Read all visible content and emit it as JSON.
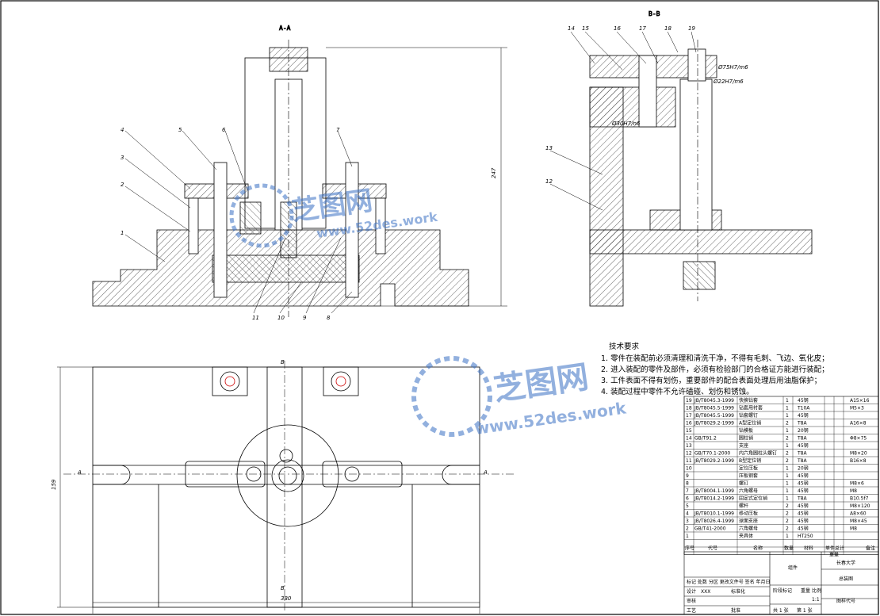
{
  "views": {
    "section_a": "A-A",
    "section_b": "B-B",
    "plan_cut_top": "B",
    "plan_cut_bottom": "B",
    "plan_cut_left": "A",
    "plan_cut_right": "A"
  },
  "dimensions": {
    "height_aa": "247",
    "width_plan": "380",
    "height_plan": "159",
    "fit_1": "Ø75H7/m6",
    "fit_2": "Ø22H7/m6",
    "fit_3": "Ø30H7/n6"
  },
  "balloons_aa": [
    "1",
    "2",
    "3",
    "4",
    "5",
    "6",
    "7",
    "8",
    "9",
    "10",
    "11"
  ],
  "balloons_bb": [
    "14",
    "15",
    "16",
    "17",
    "18",
    "19",
    "13",
    "12"
  ],
  "requirements": {
    "title": "技术要求",
    "lines": [
      "1. 零件在装配前必须清理和清洗干净，不得有毛刺、飞边、氧化皮；",
      "2. 进入装配的零件及部件，必须有检验部门的合格证方能进行装配；",
      "3. 工件表面不得有划伤，重要部件的配合表面处理后用油脂保护；",
      "4. 装配过程中零件不允许磕碰、划伤和锈蚀。"
    ]
  },
  "bom": {
    "rows": [
      {
        "no": "19",
        "code": "JB/T8045.3-1999",
        "name": "快换钻套",
        "qty": "1",
        "mat": "45钢",
        "note": "A15×16"
      },
      {
        "no": "18",
        "code": "JB/T8045.5-1999",
        "name": "钻套用衬套",
        "qty": "1",
        "mat": "T10A",
        "note": "M5×3"
      },
      {
        "no": "17",
        "code": "JB/T8045.5-1999",
        "name": "钻套螺钉",
        "qty": "1",
        "mat": "45钢",
        "note": ""
      },
      {
        "no": "16",
        "code": "JB/T8029.2-1999",
        "name": "A型定位销",
        "qty": "2",
        "mat": "T8A",
        "note": "A16×8"
      },
      {
        "no": "15",
        "code": "",
        "name": "钻模板",
        "qty": "1",
        "mat": "20钢",
        "note": ""
      },
      {
        "no": "14",
        "code": "GB/T91.2",
        "name": "圆柱销",
        "qty": "2",
        "mat": "T8A",
        "note": "Φ8×75"
      },
      {
        "no": "13",
        "code": "",
        "name": "支座",
        "qty": "1",
        "mat": "45钢",
        "note": ""
      },
      {
        "no": "12",
        "code": "GB/T70.1-2000",
        "name": "内六角圆柱头螺钉",
        "qty": "2",
        "mat": "T8A",
        "note": "M8×20"
      },
      {
        "no": "11",
        "code": "JB/T8029.2-1999",
        "name": "B型定位销",
        "qty": "2",
        "mat": "T8A",
        "note": "B16×8"
      },
      {
        "no": "10",
        "code": "",
        "name": "定位压板",
        "qty": "1",
        "mat": "20钢",
        "note": ""
      },
      {
        "no": "9",
        "code": "",
        "name": "压板钢套",
        "qty": "1",
        "mat": "45钢",
        "note": ""
      },
      {
        "no": "8",
        "code": "",
        "name": "螺钉",
        "qty": "1",
        "mat": "45钢",
        "note": "M8×6"
      },
      {
        "no": "7",
        "code": "JB/T8004.1-1999",
        "name": "六角螺母",
        "qty": "1",
        "mat": "45钢",
        "note": "M8"
      },
      {
        "no": "6",
        "code": "JB/T8014.2-1999",
        "name": "固定式定位销",
        "qty": "1",
        "mat": "T8A",
        "note": "B10.5f7"
      },
      {
        "no": "5",
        "code": "",
        "name": "螺杆",
        "qty": "2",
        "mat": "45钢",
        "note": "M8×120"
      },
      {
        "no": "4",
        "code": "JB/T8010.1-1999",
        "name": "移动压板",
        "qty": "2",
        "mat": "45钢",
        "note": "A8×60"
      },
      {
        "no": "3",
        "code": "JB/T8026.4-1999",
        "name": "球面支座",
        "qty": "2",
        "mat": "45钢",
        "note": "M8×45"
      },
      {
        "no": "2",
        "code": "GB/T41-2000",
        "name": "六角螺母",
        "qty": "2",
        "mat": "45钢",
        "note": "M8"
      },
      {
        "no": "1",
        "code": "",
        "name": "夹具体",
        "qty": "1",
        "mat": "HT250",
        "note": ""
      }
    ],
    "header": {
      "no": "序号",
      "code": "代号",
      "name": "名称",
      "qty": "数量",
      "mat": "材料",
      "unit": "单件",
      "total": "总计",
      "weight": "重量",
      "note": "备注"
    }
  },
  "titleblock": {
    "school": "长春大学",
    "part": "组件",
    "drawing": "总装图",
    "scale_label": "比例",
    "scale": "1:1",
    "weight_label": "重量",
    "stage_label": "阶段标记",
    "code_label": "图样代号",
    "sheet_total": "共 1 张",
    "sheet_no": "第 1 张",
    "design": "设计",
    "design_val": "XXX",
    "std": "标准化",
    "check": "审核",
    "process": "工艺",
    "approve": "批准",
    "mark_row": "标记 处数 分区 更改文件号 签名 年月日"
  },
  "watermark": {
    "brand": "芝图网",
    "url": "www.52des.work"
  }
}
